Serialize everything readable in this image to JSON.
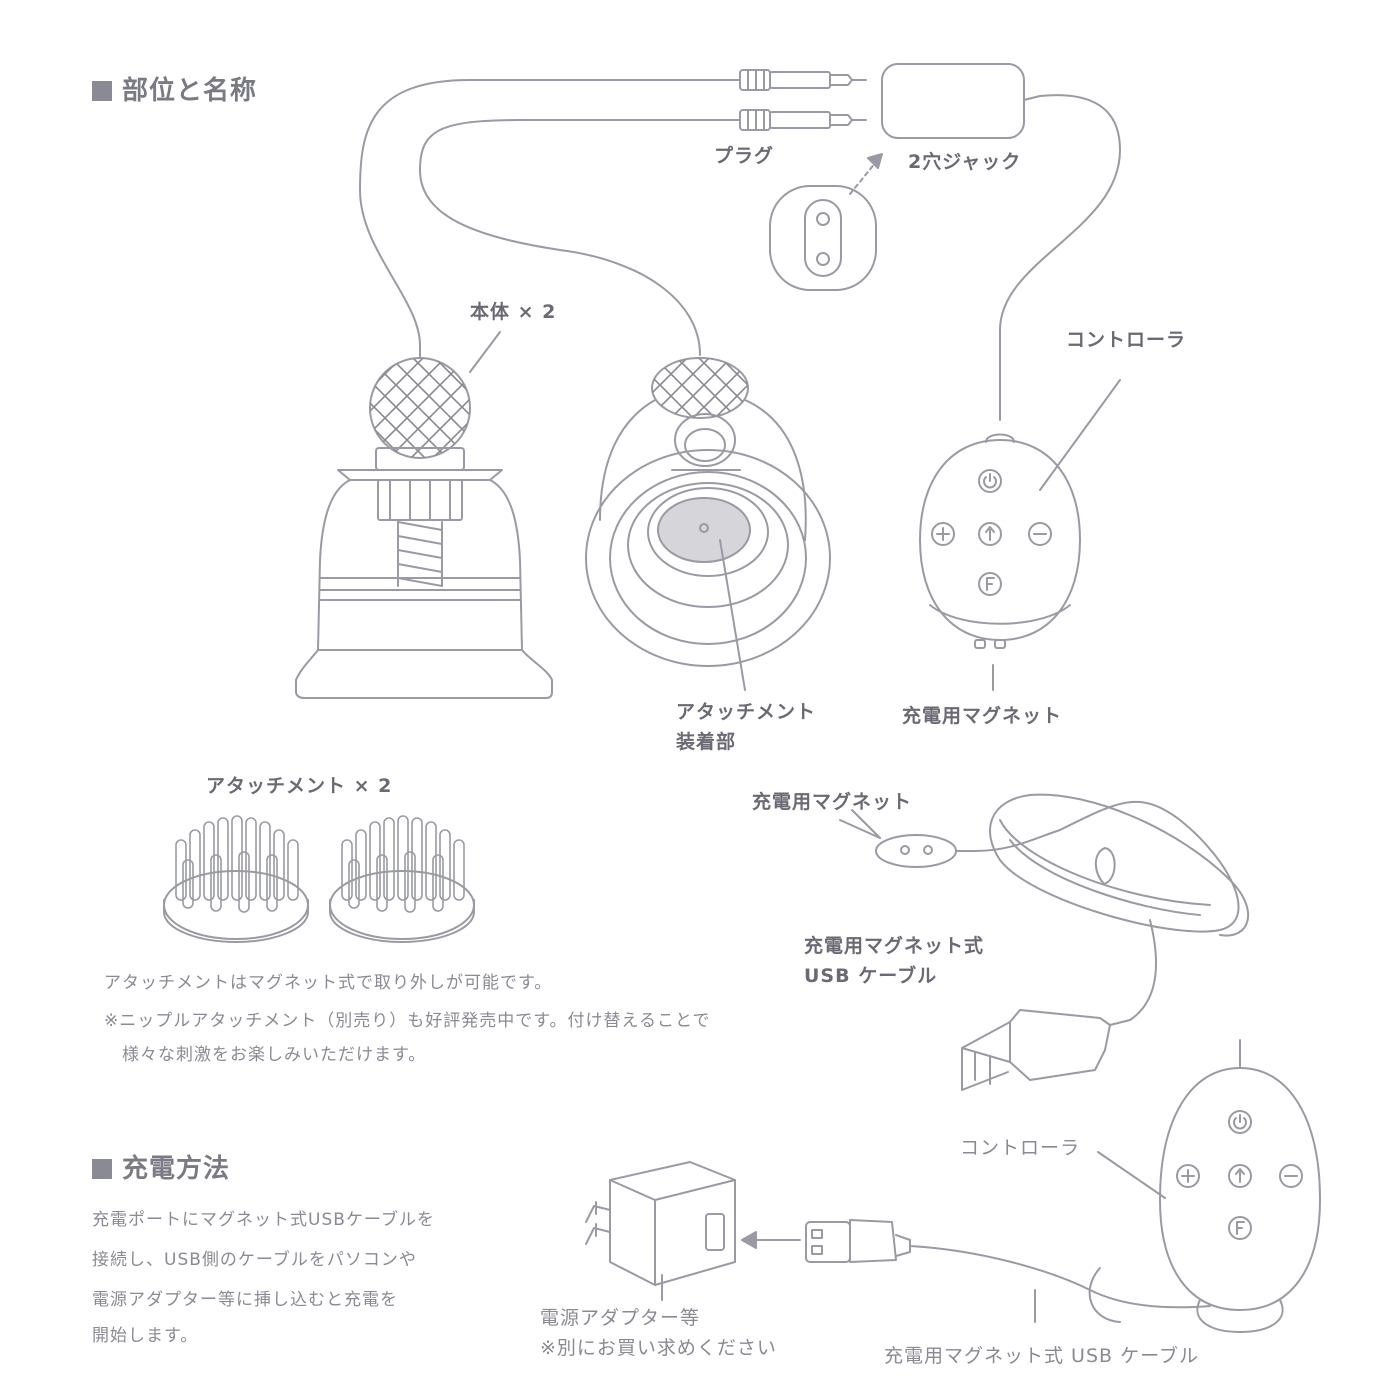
{
  "sections": {
    "parts": {
      "heading": "部位と名称"
    },
    "charging": {
      "heading": "充電方法"
    }
  },
  "labels": {
    "plug": "プラグ",
    "jack": "2穴ジャック",
    "body": "本体 × 2",
    "controller": "コントローラ",
    "attachment_mount_1": "アタッチメント",
    "attachment_mount_2": "装着部",
    "charging_magnet": "充電用マグネット",
    "attachments": "アタッチメント × 2",
    "charging_magnet_2": "充電用マグネット",
    "usb_cable_1": "充電用マグネット式",
    "usb_cable_2": "USB ケーブル",
    "controller_2": "コントローラ",
    "power_adapter": "電源アダプター等",
    "power_adapter_note": "※別にお買い求めください",
    "usb_cable_bottom": "充電用マグネット式 USB ケーブル"
  },
  "notes": {
    "line1": "アタッチメントはマグネット式で取り外しが可能です。",
    "line2": "※ニップルアタッチメント（別売り）も好評発売中です。付け替えることで",
    "line3": "様々な刺激をお楽しみいただけます。"
  },
  "charging_text": {
    "line1": "充電ポートにマグネット式USBケーブルを",
    "line2": "接続し、USB側のケーブルをパソコンや",
    "line3": "電源アダプター等に挿し込むと充電を",
    "line4": "開始します。"
  },
  "colors": {
    "line": "#9a9aa4",
    "accent_fill": "#d6d6da",
    "text": "#6e6e78"
  }
}
